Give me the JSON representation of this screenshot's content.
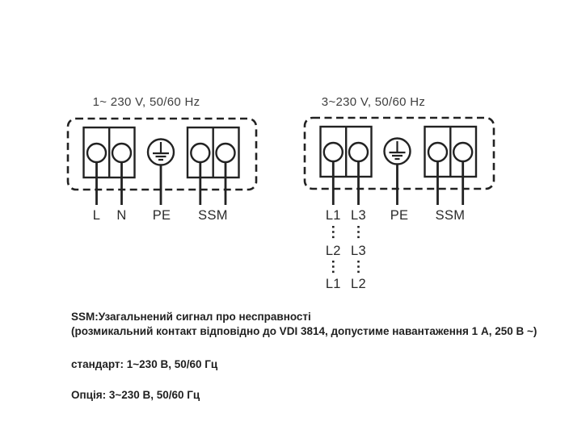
{
  "colors": {
    "line": "#222222",
    "terminal_label": "#2a2a2a",
    "title": "#3e3e3e",
    "note_text": "#1f1f1f",
    "background": "#ffffff"
  },
  "left_diagram": {
    "title": "1~ 230 V, 50/60 Hz",
    "terminal_labels": {
      "l": "L",
      "n": "N",
      "pe": "PE",
      "ssm": "SSM"
    }
  },
  "right_diagram": {
    "title": "3~230 V, 50/60 Hz",
    "terminal_labels": {
      "l1": "L1",
      "l3": "L3",
      "pe": "PE",
      "ssm": "SSM"
    },
    "phase_swap_rows": [
      {
        "a": "L2",
        "b": "L3"
      },
      {
        "a": "L1",
        "b": "L2"
      }
    ]
  },
  "notes": {
    "ssm_title": "SSM:Узагальнений сигнал про несправності",
    "ssm_detail": "(розмикальний контакт відповідно до VDI 3814, допустиме навантаження 1 А, 250 В ~)",
    "standard": "стандарт: 1~230 В, 50/60 Гц",
    "option": "Опція: 3~230 В, 50/60 Гц"
  }
}
